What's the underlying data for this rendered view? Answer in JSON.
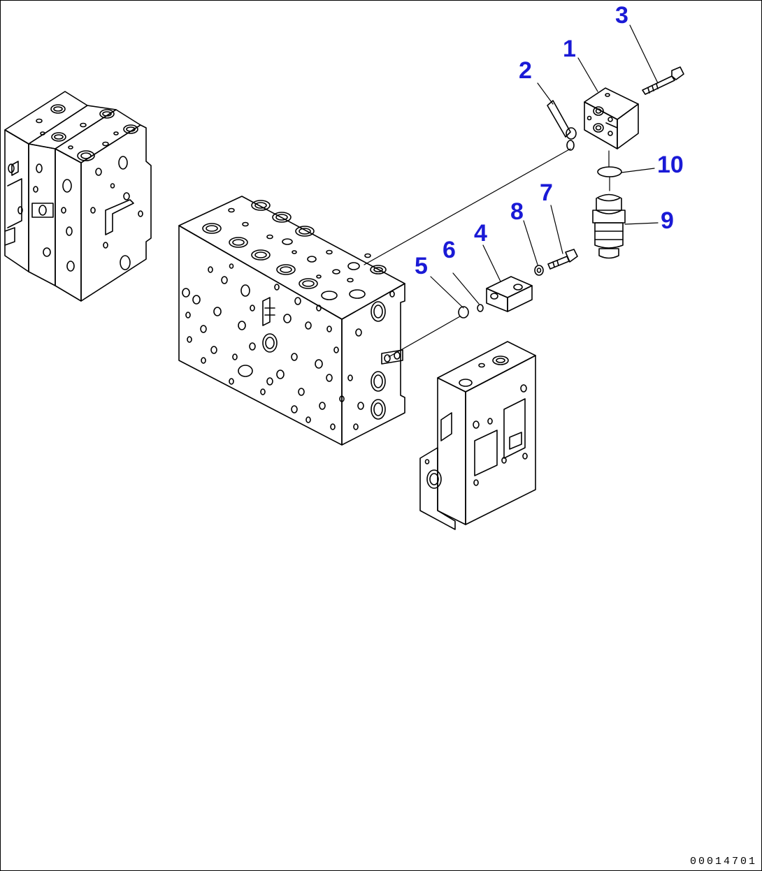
{
  "callouts": [
    {
      "id": "1",
      "label": "1"
    },
    {
      "id": "2",
      "label": "2"
    },
    {
      "id": "3",
      "label": "3"
    },
    {
      "id": "4",
      "label": "4"
    },
    {
      "id": "5",
      "label": "5"
    },
    {
      "id": "6",
      "label": "6"
    },
    {
      "id": "7",
      "label": "7"
    },
    {
      "id": "8",
      "label": "8"
    },
    {
      "id": "9",
      "label": "9"
    },
    {
      "id": "10",
      "label": "10"
    }
  ],
  "document_number": "00014701",
  "colors": {
    "callout": "#1a1ad6",
    "line": "#000000",
    "background": "#ffffff"
  }
}
